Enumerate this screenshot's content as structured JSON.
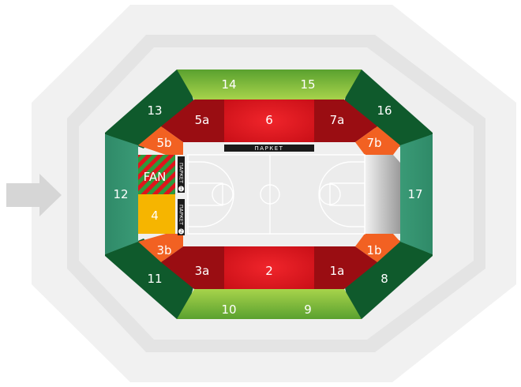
{
  "sections": {
    "s14": "14",
    "s15": "15",
    "s13": "13",
    "s16": "16",
    "s5a": "5a",
    "s6": "6",
    "s7a": "7a",
    "s5b": "5b",
    "s7b": "7b",
    "fan": "FAN",
    "s12": "12",
    "s17": "17",
    "s4": "4",
    "s3b": "3b",
    "s1b": "1b",
    "s11": "11",
    "s8": "8",
    "s3a": "3a",
    "s2": "2",
    "s1a": "1a",
    "s10": "10",
    "s9": "9"
  },
  "court": {
    "parket_top": "ПАРКЕТ",
    "parket_left_1": "ПАРКЕТ",
    "parket_left_1_num": "1",
    "parket_left_2": "ПАРКЕТ",
    "parket_left_2_num": "2"
  },
  "colors": {
    "red": "#e0141c",
    "dark_red": "#9a0d12",
    "orange": "#f26122",
    "dark_green": "#0f5a2c",
    "teal": "#2f8a68",
    "lime": "#8cc63e",
    "yellow": "#f6b500",
    "outer": "#eeeeee"
  },
  "entrance_icon": "arrow-right-icon"
}
